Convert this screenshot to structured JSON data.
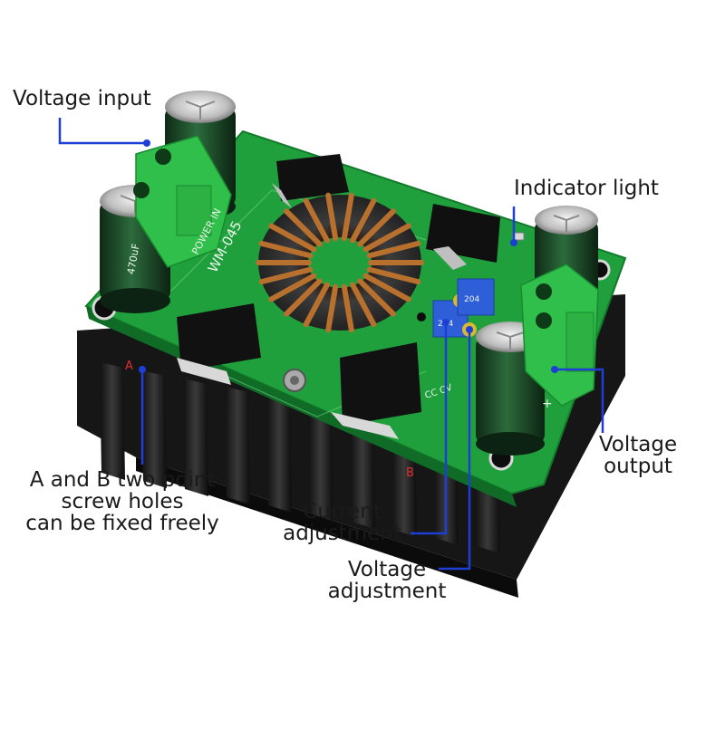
{
  "labels": {
    "voltage_input": "Voltage input",
    "indicator_light": "Indicator light",
    "voltage_output_line1": "Voltage",
    "voltage_output_line2": "output",
    "screw_holes_line1": "A and B two point",
    "screw_holes_line2": "screw holes",
    "screw_holes_line3": "can be fixed freely",
    "current_adjustment_line1": "Current",
    "current_adjustment_line2": "adjustment",
    "voltage_adjustment_line1": "Voltage",
    "voltage_adjustment_line2": "adjustment"
  },
  "board": {
    "model": "WM-045",
    "power_in": "POWER IN",
    "hole_a": "A",
    "hole_b": "B",
    "pot1_code": "204",
    "pot2_code": "204",
    "cc_cv": "CC  CV",
    "plus": "+",
    "cap_rating": "470uF"
  },
  "colors": {
    "pcb": "#1fa03c",
    "heatsink": "#1e1e1e",
    "callout": "#1d3fd6",
    "terminal": "#2fbf4a",
    "pot": "#2f5fd8",
    "coil": "#b8702e"
  }
}
